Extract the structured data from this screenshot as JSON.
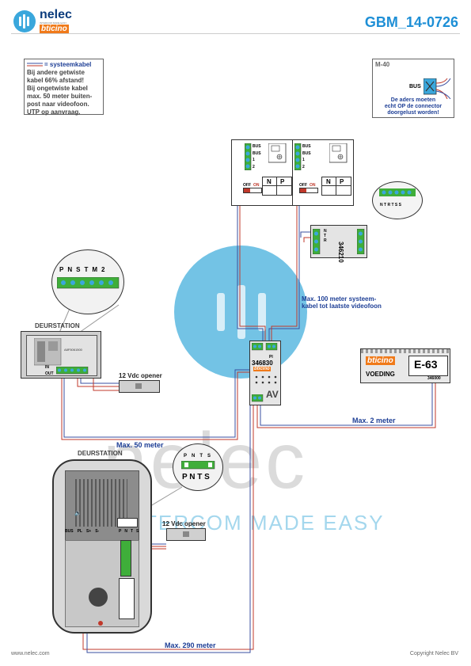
{
  "header": {
    "brand": "nelec",
    "brand_tagline": "INTERCOM MADE EASY",
    "sub_brand": "bticino",
    "doc_code": "GBM_14-0726"
  },
  "legend_note": {
    "title": "= systeemkabel",
    "lines": [
      "Bij andere getwiste",
      "kabel 66% afstand!",
      "Bij ongetwiste kabel",
      "max. 50 meter buiten-",
      "post naar videofoon.",
      "UTP op aanvraag."
    ]
  },
  "m40_box": {
    "title": "M-40",
    "bus_label": "BUS",
    "lines": [
      "De aders moeten",
      "echt OP de connector",
      "doorgelust worden!"
    ]
  },
  "videophone_1": {
    "terminals": [
      "BUS",
      "BUS",
      "1",
      "2"
    ],
    "off": "OFF",
    "on": "ON",
    "n": "N",
    "p": "P"
  },
  "videophone_2": {
    "terminals": [
      "BUS",
      "BUS",
      "1",
      "2"
    ],
    "off": "OFF",
    "on": "ON",
    "n": "N",
    "p": "P"
  },
  "module_346210": {
    "code": "346210",
    "terms": [
      "N",
      "T",
      "R",
      "T",
      "S",
      "S"
    ]
  },
  "detail_zoom_top": {
    "terms": [
      "P",
      "N",
      "S",
      "T",
      "M",
      "2"
    ]
  },
  "door_station_1": {
    "label": "DEURSTATION",
    "code": "A8F5061500",
    "in": "IN",
    "out": "OUT"
  },
  "opener_1": {
    "label": "12 Vdc opener"
  },
  "distance_label_100": {
    "line1": "Max. 100 meter systeem-",
    "line2": "kabel tot laatste videofoon"
  },
  "distributor": {
    "pi": "PI",
    "code": "346830",
    "brand": "bticino",
    "av": "AV"
  },
  "power_supply": {
    "brand": "bticino",
    "model": "E-63",
    "name": "VOEDING",
    "code": "346000"
  },
  "distances": {
    "d50": "Max. 50 meter",
    "d2": "Max. 2 meter",
    "d290": "Max. 290 meter"
  },
  "door_station_2": {
    "label": "DEURSTATION",
    "terms": [
      "BUS",
      "PL",
      "S+",
      "S-"
    ],
    "pnts": [
      "P",
      "N",
      "T",
      "S"
    ]
  },
  "detail_zoom_bottom": {
    "terms": [
      "P",
      "N",
      "T",
      "S"
    ],
    "caption": "P N T S"
  },
  "opener_2": {
    "label": "12 Vdc opener"
  },
  "watermark": {
    "word": "nelec",
    "tagline": "INTERCOM MADE EASY"
  },
  "footer": {
    "website": "www.nelec.com",
    "copyright": "Copyright Nelec BV"
  },
  "colors": {
    "brand_blue": "#1e3f96",
    "cable_red": "#c0392b",
    "cable_blue": "#3a4fa0",
    "green_terminal": "#3fae3a",
    "watermark_blue": "#5bb8e0"
  }
}
